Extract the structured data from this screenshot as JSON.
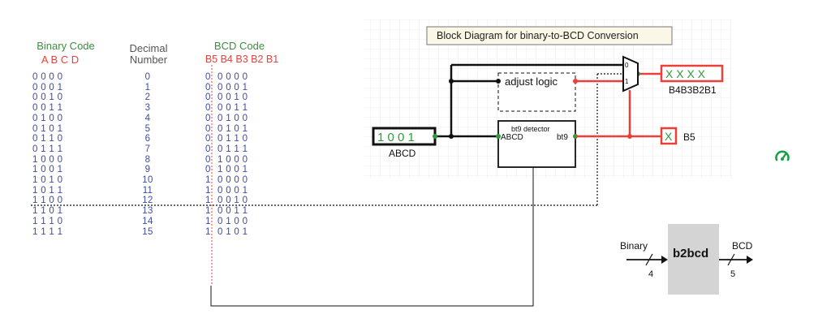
{
  "table": {
    "headers": {
      "binary_line1": "Binary Code",
      "binary_line2": "A B C D",
      "decimal_line1": "Decimal",
      "decimal_line2": "Number",
      "bcd_line1": "BCD Code",
      "bcd_line2": "B5 B4 B3 B2 B1"
    },
    "rows": [
      {
        "binary": "0 0 0 0",
        "decimal": "0",
        "b5": "0",
        "b41": "0 0 0 0"
      },
      {
        "binary": "0 0 0 1",
        "decimal": "1",
        "b5": "0",
        "b41": "0 0 0 1"
      },
      {
        "binary": "0 0 1 0",
        "decimal": "2",
        "b5": "0",
        "b41": "0 0 1 0"
      },
      {
        "binary": "0 0 1 1",
        "decimal": "3",
        "b5": "0",
        "b41": "0 0 1 1"
      },
      {
        "binary": "0 1 0 0",
        "decimal": "4",
        "b5": "0",
        "b41": "0 1 0 0"
      },
      {
        "binary": "0 1 0 1",
        "decimal": "5",
        "b5": "0",
        "b41": "0 1 0 1"
      },
      {
        "binary": "0 1 1 0",
        "decimal": "6",
        "b5": "0",
        "b41": "0 1 1 0"
      },
      {
        "binary": "0 1 1 1",
        "decimal": "7",
        "b5": "0",
        "b41": "0 1 1 1"
      },
      {
        "binary": "1 0 0 0",
        "decimal": "8",
        "b5": "0",
        "b41": "1 0 0 0"
      },
      {
        "binary": "1 0 0 1",
        "decimal": "9",
        "b5": "0",
        "b41": "1 0 0 1"
      },
      {
        "binary": "1 0 1 0",
        "decimal": "10",
        "b5": "1",
        "b41": "0 0 0 0"
      },
      {
        "binary": "1 0 1 1",
        "decimal": "11",
        "b5": "1",
        "b41": "0 0 0 1"
      },
      {
        "binary": "1 1 0 0",
        "decimal": "12",
        "b5": "1",
        "b41": "0 0 1 0"
      },
      {
        "binary": "1 1 0 1",
        "decimal": "13",
        "b5": "1",
        "b41": "0 0 1 1"
      },
      {
        "binary": "1 1 1 0",
        "decimal": "14",
        "b5": "1",
        "b41": "0 1 0 0"
      },
      {
        "binary": "1 1 1 1",
        "decimal": "15",
        "b5": "1",
        "b41": "0 1 0 1"
      }
    ]
  },
  "diagram": {
    "title": "Block Diagram for binary-to-BCD Conversion",
    "input_value": "1 0 0 1",
    "input_label": "ABCD",
    "adjust_logic_label": "adjust logic",
    "detector_title": "bt9 detector",
    "detector_in": "ABCD",
    "detector_out": "bt9",
    "mux_in0": "0",
    "mux_in1": "1",
    "output_value": "X X X X",
    "output_label": "B4B3B2B1",
    "b5_value": "X",
    "b5_label": "B5"
  },
  "block": {
    "name": "b2bcd",
    "input_label": "Binary",
    "input_width": "4",
    "output_label": "BCD",
    "output_width": "5"
  },
  "colors": {
    "table_green": "#3e8e3e",
    "table_red": "#e8413a",
    "table_blue": "#3b4aa8",
    "wire_red": "#e8413a",
    "wire_black": "#111111",
    "led_green": "#2f9a3a",
    "speed_icon": "#1aa04a",
    "block_fill": "#d4d4d4"
  },
  "icons": {
    "speed": "speedometer-icon"
  }
}
